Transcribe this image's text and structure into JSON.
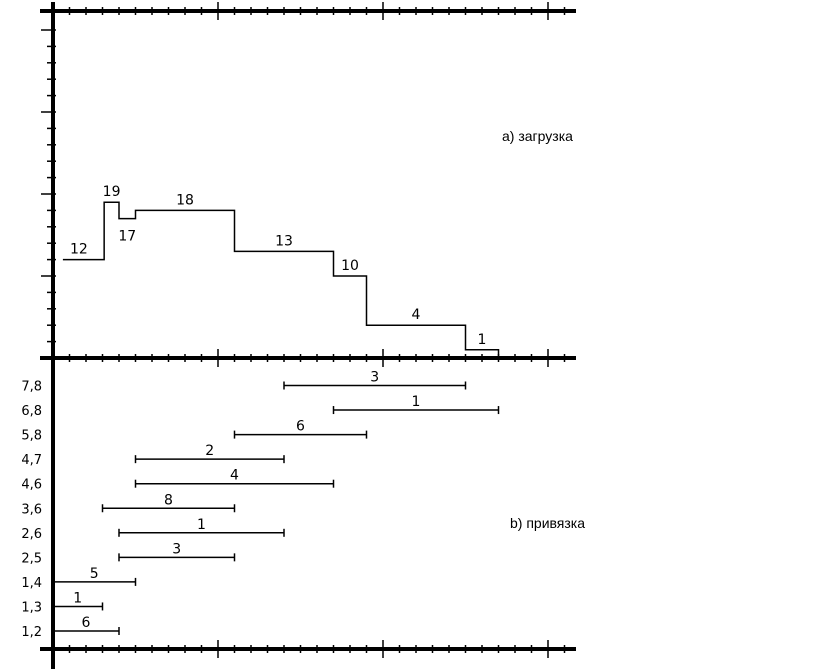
{
  "panel_a": {
    "caption": "a)  загрузка",
    "steps": [
      {
        "x_start": 0.6,
        "x_end": 3.1,
        "value": 12,
        "label": "12"
      },
      {
        "x_start": 3.1,
        "x_end": 4.0,
        "value": 19,
        "label": "19"
      },
      {
        "x_start": 4.0,
        "x_end": 5.0,
        "value": 17,
        "label": "17"
      },
      {
        "x_start": 5.0,
        "x_end": 11.0,
        "value": 18,
        "label": "18"
      },
      {
        "x_start": 11.0,
        "x_end": 17.0,
        "value": 13,
        "label": "13"
      },
      {
        "x_start": 17.0,
        "x_end": 19.0,
        "value": 10,
        "label": "10"
      },
      {
        "x_start": 19.0,
        "x_end": 25.0,
        "value": 4,
        "label": "4"
      },
      {
        "x_start": 25.0,
        "x_end": 27.0,
        "value": 1,
        "label": "1"
      }
    ]
  },
  "panel_b": {
    "caption": "b)   привязка",
    "rows": [
      {
        "y_label": "7,8",
        "x_start": 14.0,
        "x_end": 25.0,
        "label": "3"
      },
      {
        "y_label": "6,8",
        "x_start": 17.0,
        "x_end": 27.0,
        "label": "1"
      },
      {
        "y_label": "5,8",
        "x_start": 11.0,
        "x_end": 19.0,
        "label": "6"
      },
      {
        "y_label": "4,7",
        "x_start": 5.0,
        "x_end": 14.0,
        "label": "2"
      },
      {
        "y_label": "4,6",
        "x_start": 5.0,
        "x_end": 17.0,
        "label": "4"
      },
      {
        "y_label": "3,6",
        "x_start": 3.0,
        "x_end": 11.0,
        "label": "8"
      },
      {
        "y_label": "2,6",
        "x_start": 4.0,
        "x_end": 14.0,
        "label": "1"
      },
      {
        "y_label": "2,5",
        "x_start": 4.0,
        "x_end": 11.0,
        "label": "3"
      },
      {
        "y_label": "1,4",
        "x_start": 0.0,
        "x_end": 5.0,
        "label": "5"
      },
      {
        "y_label": "1,3",
        "x_start": 0.0,
        "x_end": 3.0,
        "label": "1"
      },
      {
        "y_label": "1,2",
        "x_start": 0.0,
        "x_end": 4.0,
        "label": "6"
      }
    ]
  }
}
